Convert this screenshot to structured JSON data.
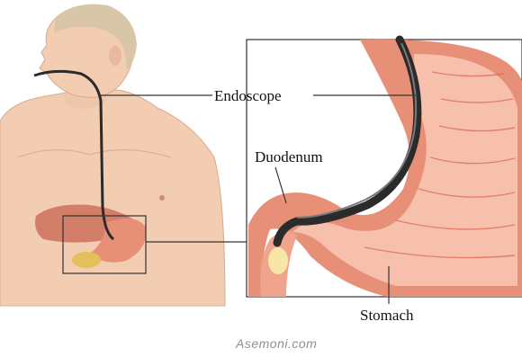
{
  "labels": {
    "endoscope": "Endoscope",
    "duodenum": "Duodenum",
    "stomach": "Stomach"
  },
  "watermark": "Asemoni.com",
  "colors": {
    "skin": "#f2cdb2",
    "skin_shadow": "#e2ad8d",
    "hair": "#d9c6a8",
    "stomach_outer": "#e88f78",
    "stomach_inner": "#f6c0ac",
    "stomach_lining": "#d96a57",
    "tube": "#2b2b2b",
    "leader_line": "#333333",
    "frame": "#333333"
  }
}
